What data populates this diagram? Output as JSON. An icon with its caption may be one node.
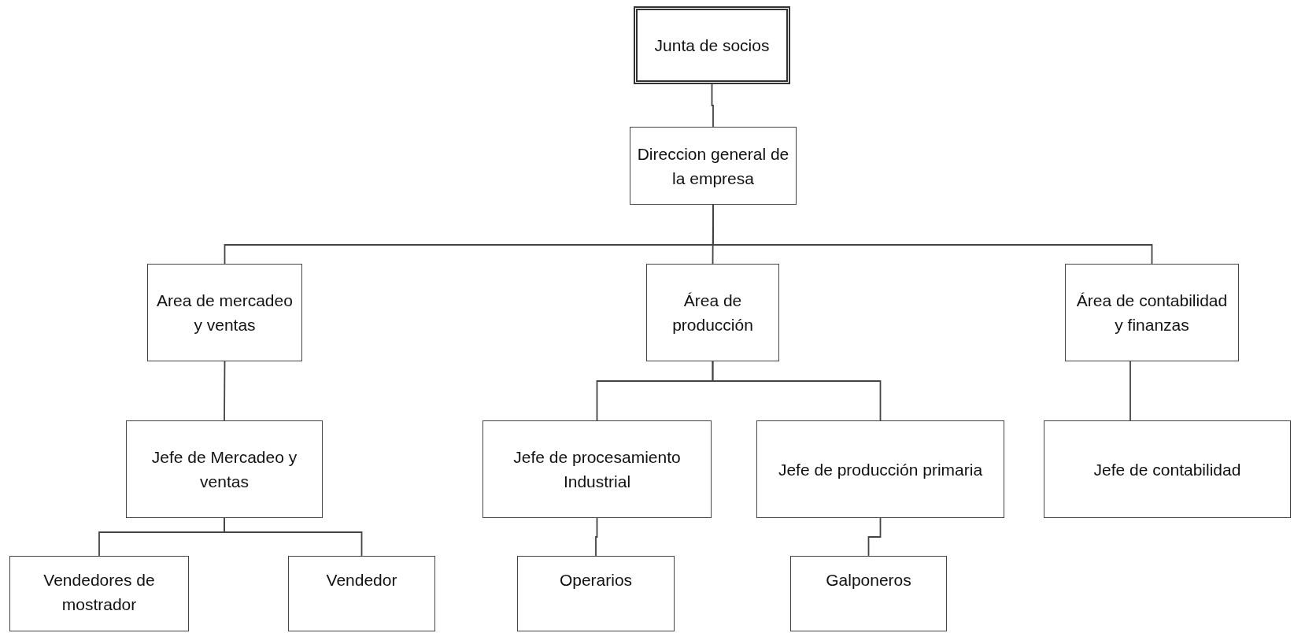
{
  "diagram": {
    "nodes": [
      {
        "text": [
          "Junta de socios"
        ]
      },
      {
        "text": [
          "Direccion general de la empresa"
        ]
      },
      {
        "text": [
          "Area de mercadeo y ventas"
        ]
      },
      {
        "text": [
          "Área de producción"
        ]
      },
      {
        "text": [
          "Área de contabilidad y finanzas"
        ]
      },
      {
        "text": [
          "Jefe de Mercadeo y ventas"
        ]
      },
      {
        "text": [
          "Jefe de procesamiento Industrial"
        ]
      },
      {
        "text": [
          "Jefe de producción primaria"
        ]
      },
      {
        "text": [
          "Jefe de contabilidad"
        ]
      },
      {
        "text": [
          "Vendedores de mostrador"
        ]
      },
      {
        "text": [
          "Vendedor"
        ]
      },
      {
        "text": [
          "Operarios"
        ]
      },
      {
        "text": [
          "Galponeros"
        ]
      }
    ],
    "edges": [
      {
        "from": 0,
        "to": 1,
        "arrow": "none"
      },
      {
        "from": 1,
        "to": 2,
        "arrow": "none"
      },
      {
        "from": 1,
        "to": 3,
        "arrow": "none"
      },
      {
        "from": 1,
        "to": 4,
        "arrow": "none"
      },
      {
        "from": 2,
        "to": 5,
        "arrow": "none"
      },
      {
        "from": 3,
        "to": 6,
        "arrow": "none"
      },
      {
        "from": 3,
        "to": 7,
        "arrow": "none"
      },
      {
        "from": 4,
        "to": 8,
        "arrow": "none"
      },
      {
        "from": 5,
        "to": 9,
        "arrow": "none"
      },
      {
        "from": 5,
        "to": 10,
        "arrow": "none"
      },
      {
        "from": 6,
        "to": 11,
        "arrow": "none"
      },
      {
        "from": 7,
        "to": 12,
        "arrow": "none"
      }
    ]
  }
}
